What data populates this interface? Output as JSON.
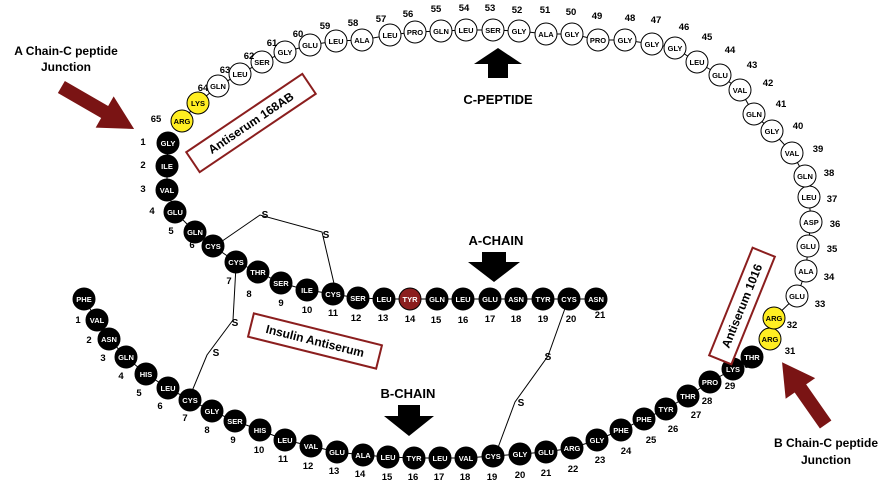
{
  "colors": {
    "filled": "#000000",
    "open": "#ffffff",
    "highlight": "#ffee22",
    "tyr_a14": "#8b1e1e",
    "arrow_dark": "#7a1414",
    "box_border": "#8b1e1e"
  },
  "labels": {
    "c_peptide": "C-PEPTIDE",
    "a_chain": "A-CHAIN",
    "b_chain": "B-CHAIN",
    "a_junction_line1": "A Chain-C peptide",
    "a_junction_line2": "Junction",
    "b_junction_line1": "B Chain-C peptide",
    "b_junction_line2": "Junction",
    "antiserum_168ab": "Antiserum 168AB",
    "antiserum_1016": "Antiserum 1016",
    "insulin_antiserum": "Insulin Antiserum",
    "sulfur": "S"
  },
  "c_peptide": [
    {
      "num": "31",
      "res": "ARG",
      "style": "highlight"
    },
    {
      "num": "32",
      "res": "ARG",
      "style": "highlight"
    },
    {
      "num": "33",
      "res": "GLU",
      "style": "open"
    },
    {
      "num": "34",
      "res": "ALA",
      "style": "open"
    },
    {
      "num": "35",
      "res": "GLU",
      "style": "open"
    },
    {
      "num": "36",
      "res": "ASP",
      "style": "open"
    },
    {
      "num": "37",
      "res": "LEU",
      "style": "open"
    },
    {
      "num": "38",
      "res": "GLN",
      "style": "open"
    },
    {
      "num": "39",
      "res": "VAL",
      "style": "open"
    },
    {
      "num": "40",
      "res": "GLY",
      "style": "open"
    },
    {
      "num": "41",
      "res": "GLN",
      "style": "open"
    },
    {
      "num": "42",
      "res": "VAL",
      "style": "open"
    },
    {
      "num": "43",
      "res": "GLU",
      "style": "open"
    },
    {
      "num": "44",
      "res": "LEU",
      "style": "open"
    },
    {
      "num": "45",
      "res": "GLY",
      "style": "open"
    },
    {
      "num": "46",
      "res": "GLY",
      "style": "open"
    },
    {
      "num": "47",
      "res": "GLY",
      "style": "open"
    },
    {
      "num": "48",
      "res": "PRO",
      "style": "open"
    },
    {
      "num": "49",
      "res": "GLY",
      "style": "open"
    },
    {
      "num": "50",
      "res": "ALA",
      "style": "open"
    },
    {
      "num": "51",
      "res": "GLY",
      "style": "open"
    },
    {
      "num": "52",
      "res": "SER",
      "style": "open"
    },
    {
      "num": "53",
      "res": "LEU",
      "style": "open"
    },
    {
      "num": "54",
      "res": "GLN",
      "style": "open"
    },
    {
      "num": "55",
      "res": "PRO",
      "style": "open"
    },
    {
      "num": "56",
      "res": "LEU",
      "style": "open"
    },
    {
      "num": "57",
      "res": "ALA",
      "style": "open"
    },
    {
      "num": "58",
      "res": "LEU",
      "style": "open"
    },
    {
      "num": "59",
      "res": "GLU",
      "style": "open"
    },
    {
      "num": "60",
      "res": "GLY",
      "style": "open"
    },
    {
      "num": "61",
      "res": "SER",
      "style": "open"
    },
    {
      "num": "62",
      "res": "LEU",
      "style": "open"
    },
    {
      "num": "63",
      "res": "GLN",
      "style": "open"
    },
    {
      "num": "64",
      "res": "LYS",
      "style": "highlight"
    },
    {
      "num": "65",
      "res": "ARG",
      "style": "highlight"
    }
  ],
  "a_chain": [
    {
      "num": "1",
      "res": "GLY"
    },
    {
      "num": "2",
      "res": "ILE"
    },
    {
      "num": "3",
      "res": "VAL"
    },
    {
      "num": "4",
      "res": "GLU"
    },
    {
      "num": "5",
      "res": "GLN"
    },
    {
      "num": "6",
      "res": "CYS"
    },
    {
      "num": "7",
      "res": "CYS"
    },
    {
      "num": "8",
      "res": "THR"
    },
    {
      "num": "9",
      "res": "SER"
    },
    {
      "num": "10",
      "res": "ILE"
    },
    {
      "num": "11",
      "res": "CYS"
    },
    {
      "num": "12",
      "res": "SER"
    },
    {
      "num": "13",
      "res": "LEU"
    },
    {
      "num": "14",
      "res": "TYR",
      "style": "tyr"
    },
    {
      "num": "15",
      "res": "GLN"
    },
    {
      "num": "16",
      "res": "LEU"
    },
    {
      "num": "17",
      "res": "GLU"
    },
    {
      "num": "18",
      "res": "ASN"
    },
    {
      "num": "19",
      "res": "TYR"
    },
    {
      "num": "20",
      "res": "CYS"
    },
    {
      "num": "21",
      "res": "ASN"
    }
  ],
  "b_chain": [
    {
      "num": "1",
      "res": "PHE"
    },
    {
      "num": "2",
      "res": "VAL"
    },
    {
      "num": "3",
      "res": "ASN"
    },
    {
      "num": "4",
      "res": "GLN"
    },
    {
      "num": "5",
      "res": "HIS"
    },
    {
      "num": "6",
      "res": "LEU"
    },
    {
      "num": "7",
      "res": "CYS"
    },
    {
      "num": "8",
      "res": "GLY"
    },
    {
      "num": "9",
      "res": "SER"
    },
    {
      "num": "10",
      "res": "HIS"
    },
    {
      "num": "11",
      "res": "LEU"
    },
    {
      "num": "12",
      "res": "VAL"
    },
    {
      "num": "13",
      "res": "GLU"
    },
    {
      "num": "14",
      "res": "ALA"
    },
    {
      "num": "15",
      "res": "LEU"
    },
    {
      "num": "16",
      "res": "TYR"
    },
    {
      "num": "17",
      "res": "LEU"
    },
    {
      "num": "18",
      "res": "VAL"
    },
    {
      "num": "19",
      "res": "CYS"
    },
    {
      "num": "20",
      "res": "GLY"
    },
    {
      "num": "21",
      "res": "GLU"
    },
    {
      "num": "22",
      "res": "ARG"
    },
    {
      "num": "23",
      "res": "GLY"
    },
    {
      "num": "24",
      "res": "PHE"
    },
    {
      "num": "25",
      "res": "PHE"
    },
    {
      "num": "26",
      "res": "TYR"
    },
    {
      "num": "27",
      "res": "THR"
    },
    {
      "num": "28",
      "res": "PRO"
    },
    {
      "num": "29",
      "res": "LYS"
    },
    {
      "num": "30",
      "res": "THR"
    }
  ]
}
